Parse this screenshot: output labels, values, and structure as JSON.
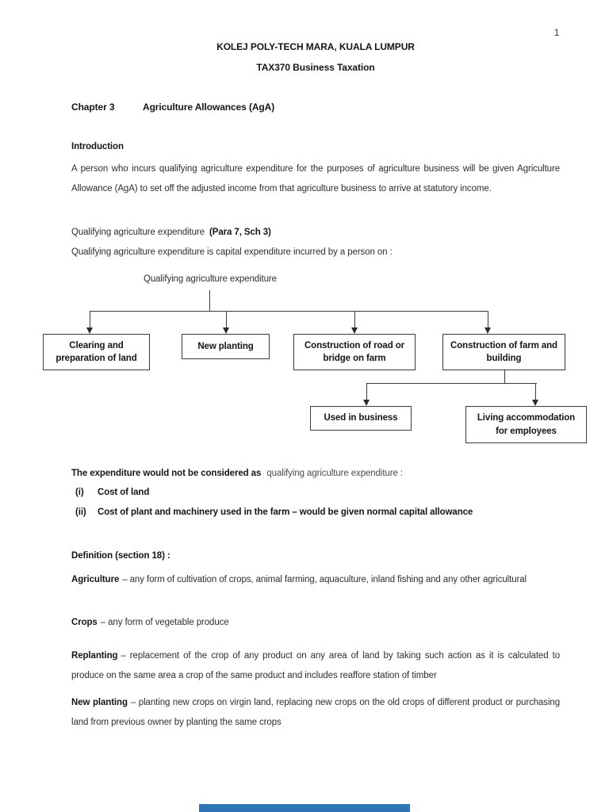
{
  "page_number": "1",
  "header": {
    "institution": "KOLEJ POLY-TECH MARA, KUALA LUMPUR",
    "course": "TAX370 Business Taxation"
  },
  "chapter": {
    "label": "Chapter 3",
    "title": "Agriculture Allowances (AgA)"
  },
  "introduction": {
    "heading": "Introduction",
    "body": "A person who incurs qualifying agriculture expenditure for the purposes of agriculture business will be given Agriculture Allowance (AgA) to set off the adjusted income from that agriculture business to arrive at statutory income."
  },
  "qualifying_expenditure": {
    "heading": "Qualifying agriculture expenditure",
    "heading_ref": "(Para 7, Sch 3)",
    "body": "Qualifying agriculture expenditure is capital expenditure incurred by a person on :"
  },
  "diagram": {
    "root": "Qualifying agriculture expenditure",
    "level1": [
      {
        "label": "Clearing and preparation of land"
      },
      {
        "label": "New planting"
      },
      {
        "label": "Construction of road or bridge on farm"
      },
      {
        "label": "Construction of farm and building"
      }
    ],
    "level2": [
      {
        "label": "Used in business"
      },
      {
        "label": "Living accommodation for employees"
      }
    ]
  },
  "non_qualifying": {
    "lead_bold": "The expenditure would not be considered as",
    "lead_rest": "qualifying agriculture expenditure :",
    "items": [
      {
        "marker": "(i)",
        "text": "Cost of land"
      },
      {
        "marker": "(ii)",
        "text": "Cost of plant and machinery used in the farm – would be given normal capital allowance"
      }
    ]
  },
  "definitions": {
    "heading": "Definition (section 18) :",
    "entries": [
      {
        "term": "Agriculture",
        "definition": "– any form of cultivation of crops, animal farming, aquaculture, inland fishing and any other agricultural"
      },
      {
        "term": "Crops",
        "definition": "– any form of vegetable produce"
      },
      {
        "term": "Replanting",
        "definition": "– replacement of the crop of any product on any area of land by taking such action as it is calculated to produce on the same area a crop of the same product and includes reaffore station of timber"
      },
      {
        "term": "New planting",
        "definition": "– planting new crops on virgin land, replacing new crops on the old crops of different product or purchasing land from previous owner by planting the same crops"
      }
    ]
  },
  "viewer": {
    "scroll_indicator_color": "#2e75b6"
  }
}
